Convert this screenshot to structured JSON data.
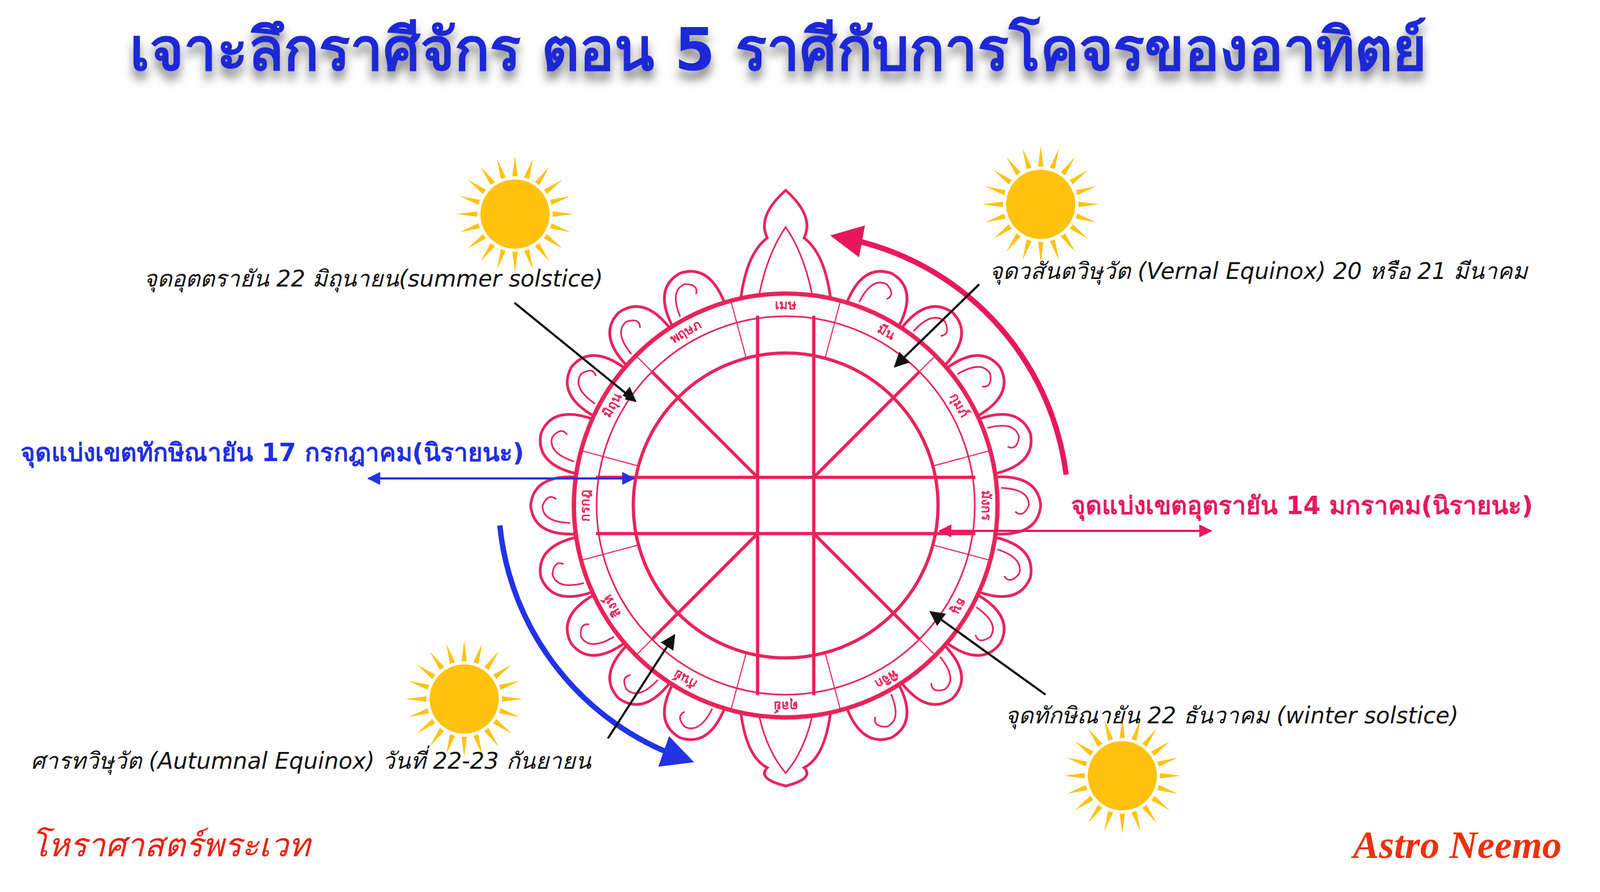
{
  "diagram": {
    "title": "เจาะลึกราศีจักร ตอน 5  ราศีกับการโคจรของอาทิตย์",
    "labels": [
      "จุดอุตตรายัน 22 มิถุนายน(summer solstice)",
      "จุดวสันตวิษุวัต (Vernal Equinox) 20 หรือ 21 มีนาคม",
      "จุดแบ่งเขตทักษิณายัน 17 กรกฎาคม(นิรายนะ)",
      "จุดแบ่งเขตอุตรายัน 14 มกราคม(นิรายนะ)",
      "จุดทักษิณายัน 22 ธันวาคม (winter solstice)",
      "ศารทวิษุวัต (Autumnal Equinox) วันที่ 22-23 กันยายน",
      "เมษ",
      "พฤษภ",
      "มิถุน",
      "กรกฎ",
      "สิงห์",
      "กันย์",
      "ตุลย์",
      "พิจิก",
      "ธนู",
      "มังกร",
      "กุมภ์",
      "มีน",
      "โหราศาสตร์พระเวท",
      "Astro Neemo"
    ]
  }
}
